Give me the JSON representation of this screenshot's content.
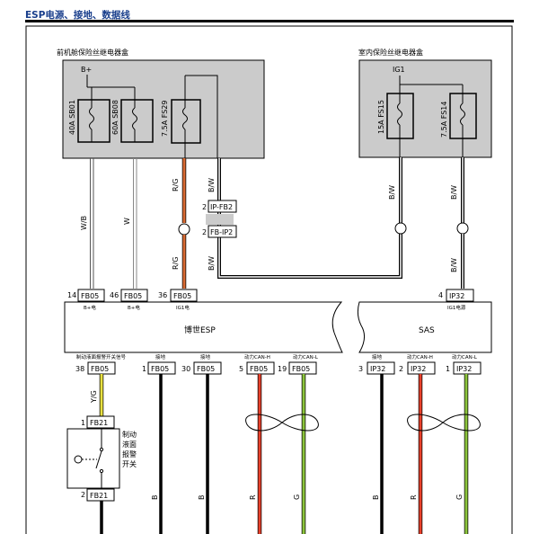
{
  "title": "ESP电源、接地、数据线",
  "colors": {
    "box_fill": "#cbcbcb",
    "wire_black": "#000000",
    "wire_orange": "#d86a32",
    "wire_red": "#e8402a",
    "wire_green": "#8cc43c",
    "wire_yellow": "#e8e040",
    "title_blue": "#1a3f8c"
  },
  "front_box": {
    "title": "前机舱保险丝继电器盒",
    "supply": "B+",
    "fuses": [
      "40A SB01",
      "60A SB08",
      "7.5A FS29"
    ]
  },
  "inner_box": {
    "title": "室内保险丝继电器盒",
    "supply": "IG1",
    "fuses": [
      "15A FS15",
      "7.5A FS14"
    ]
  },
  "wires": {
    "wb": "W/B",
    "w": "W",
    "rg_top": "R/G",
    "rg_bottom": "R/G",
    "bw_mid_top": "B/W",
    "bw_mid_bottom": "B/W",
    "bw_fs15": "B/W",
    "bw_fs14_top": "B/W",
    "bw_fs14_bottom": "B/W",
    "yg": "Y/G",
    "b1": "B",
    "b2": "B",
    "r1": "R",
    "g1": "G",
    "b3": "B",
    "r2": "R",
    "g2": "G"
  },
  "inline_connectors": [
    {
      "pin": "2",
      "name": "IP-FB2"
    },
    {
      "pin": "2",
      "name": "FB-IP2"
    }
  ],
  "esp": {
    "name": "博世ESP",
    "top_pins": [
      {
        "pin": "14",
        "conn": "FB05",
        "label": "B+电"
      },
      {
        "pin": "46",
        "conn": "FB05",
        "label": "B+电"
      },
      {
        "pin": "36",
        "conn": "FB05",
        "label": "IG1电"
      }
    ],
    "bottom_pins": [
      {
        "pin": "38",
        "conn": "FB05",
        "label": "制动液面报警开关信号"
      },
      {
        "pin": "1",
        "conn": "FB05",
        "label": "接地"
      },
      {
        "pin": "30",
        "conn": "FB05",
        "label": "接地"
      },
      {
        "pin": "5",
        "conn": "FB05",
        "label": "动力CAN-H"
      },
      {
        "pin": "19",
        "conn": "FB05",
        "label": "动力CAN-L"
      }
    ]
  },
  "sas": {
    "name": "SAS",
    "top_pin": {
      "pin": "4",
      "conn": "IP32",
      "label": "IG1电源"
    },
    "bottom_pins": [
      {
        "pin": "3",
        "conn": "IP32",
        "label": "接地"
      },
      {
        "pin": "2",
        "conn": "IP32",
        "label": "动力CAN-H"
      },
      {
        "pin": "1",
        "conn": "IP32",
        "label": "动力CAN-L"
      }
    ]
  },
  "brake_switch": {
    "top_pin": "1",
    "top_conn": "FB21",
    "bottom_pin": "2",
    "bottom_conn": "FB21",
    "label_lines": [
      "制动",
      "液面",
      "报警",
      "开关"
    ]
  }
}
